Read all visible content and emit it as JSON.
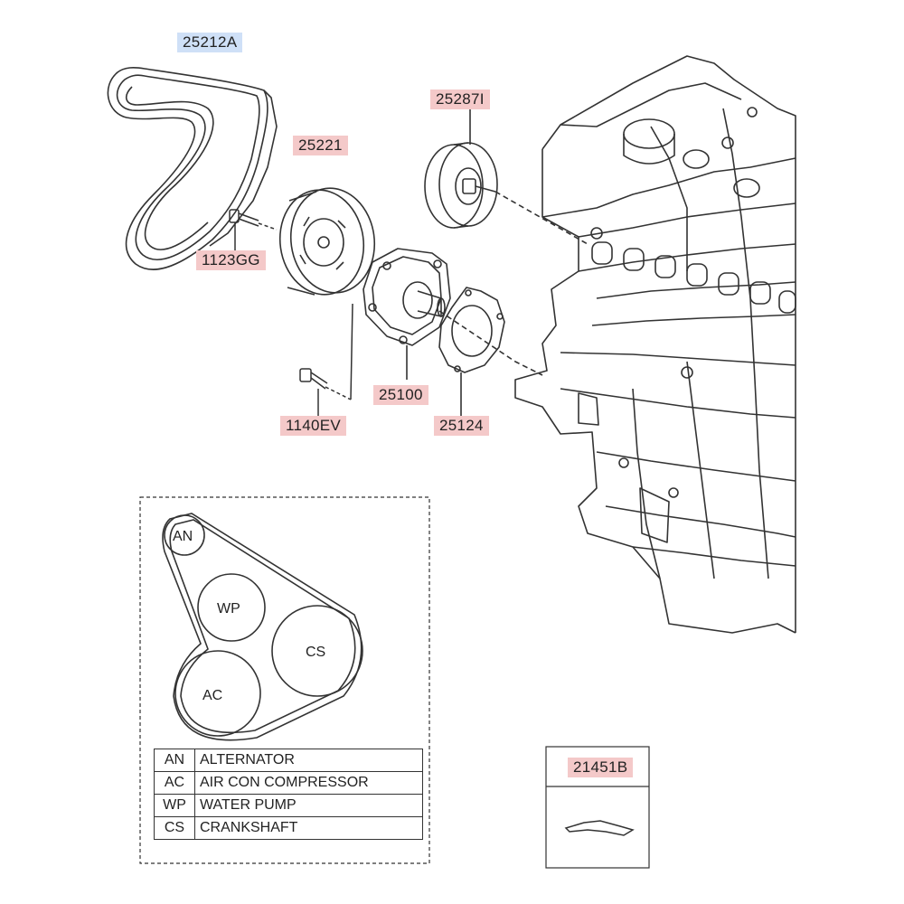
{
  "parts": {
    "belt": "25212A",
    "idler_pulley": "25221",
    "tensioner_pulley": "25287I",
    "pulley_bolt": "1123GG",
    "water_pump": "25100",
    "pump_bolt": "1140EV",
    "gasket": "25124",
    "bracket": "21451B"
  },
  "belt_routing": {
    "pulleys": [
      {
        "code": "AN"
      },
      {
        "code": "WP"
      },
      {
        "code": "CS"
      },
      {
        "code": "AC"
      }
    ],
    "legend": [
      {
        "code": "AN",
        "name": "ALTERNATOR"
      },
      {
        "code": "AC",
        "name": "AIR CON COMPRESSOR"
      },
      {
        "code": "WP",
        "name": "WATER PUMP"
      },
      {
        "code": "CS",
        "name": "CRANKSHAFT"
      }
    ]
  },
  "colors": {
    "part_label_bg": "#f4c9c9",
    "selected_label_bg": "#cfe0f7",
    "line": "#333333"
  }
}
